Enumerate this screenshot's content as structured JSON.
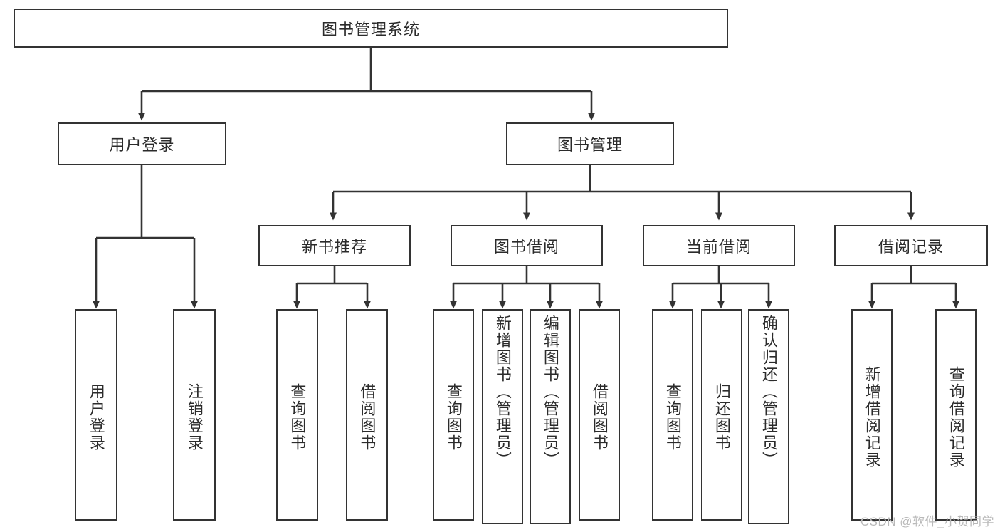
{
  "diagram": {
    "type": "tree",
    "title": "图书管理系统",
    "root": {
      "label": "图书管理系统"
    },
    "level1": [
      {
        "id": "user-login",
        "label": "用户登录"
      },
      {
        "id": "book-manage",
        "label": "图书管理"
      }
    ],
    "level2": [
      {
        "id": "new-book-recommend",
        "label": "新书推荐",
        "parent": "book-manage"
      },
      {
        "id": "book-borrow",
        "label": "图书借阅",
        "parent": "book-manage"
      },
      {
        "id": "current-borrow",
        "label": "当前借阅",
        "parent": "book-manage"
      },
      {
        "id": "borrow-record",
        "label": "借阅记录",
        "parent": "book-manage"
      }
    ],
    "leaves": [
      {
        "id": "leaf-user-login",
        "label": "用户登录",
        "parent": "user-login"
      },
      {
        "id": "leaf-logout",
        "label": "注销登录",
        "parent": "user-login"
      },
      {
        "id": "leaf-query-book-1",
        "label": "查询图书",
        "parent": "new-book-recommend"
      },
      {
        "id": "leaf-borrow-book-1",
        "label": "借阅图书",
        "parent": "new-book-recommend"
      },
      {
        "id": "leaf-query-book-2",
        "label": "查询图书",
        "parent": "book-borrow"
      },
      {
        "id": "leaf-add-book",
        "label": "新增图书（管理员）",
        "parent": "book-borrow"
      },
      {
        "id": "leaf-edit-book",
        "label": "编辑图书（管理员）",
        "parent": "book-borrow"
      },
      {
        "id": "leaf-borrow-book-2",
        "label": "借阅图书",
        "parent": "book-borrow"
      },
      {
        "id": "leaf-query-book-3",
        "label": "查询图书",
        "parent": "current-borrow"
      },
      {
        "id": "leaf-return-book",
        "label": "归还图书",
        "parent": "current-borrow"
      },
      {
        "id": "leaf-confirm-return",
        "label": "确认归还（管理员）",
        "parent": "current-borrow"
      },
      {
        "id": "leaf-add-record",
        "label": "新增借阅记录",
        "parent": "borrow-record"
      },
      {
        "id": "leaf-query-record",
        "label": "查询借阅记录",
        "parent": "borrow-record"
      }
    ],
    "colors": {
      "stroke": "#333333",
      "box_fill": "#ffffff",
      "text": "#2b2b2b",
      "watermark": "#b9b9b9",
      "background": "#ffffff"
    }
  },
  "watermark": {
    "text": "CSDN @软件_小贺同学"
  }
}
